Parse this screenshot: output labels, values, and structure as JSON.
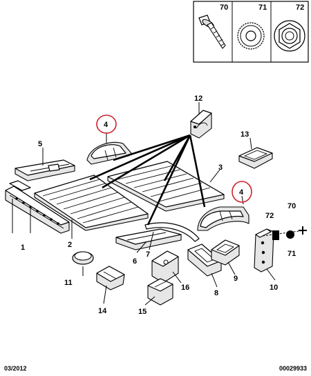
{
  "legend": {
    "items": [
      {
        "number": "70",
        "icon": "screw-icon"
      },
      {
        "number": "71",
        "icon": "washer-icon"
      },
      {
        "number": "72",
        "icon": "hex-nut-icon"
      }
    ]
  },
  "callouts": {
    "c1": "1",
    "c2": "2",
    "c3": "3",
    "c4a": "4",
    "c4b": "4",
    "c5": "5",
    "c6": "6",
    "c7": "7",
    "c8": "8",
    "c9": "9",
    "c10": "10",
    "c11": "11",
    "c12": "12",
    "c13": "13",
    "c14": "14",
    "c15": "15",
    "c16": "16",
    "c70": "70",
    "c71": "71",
    "c72": "72"
  },
  "highlight_color": "#d0202a",
  "footer": {
    "date": "03/2012",
    "reference": "00029933"
  }
}
